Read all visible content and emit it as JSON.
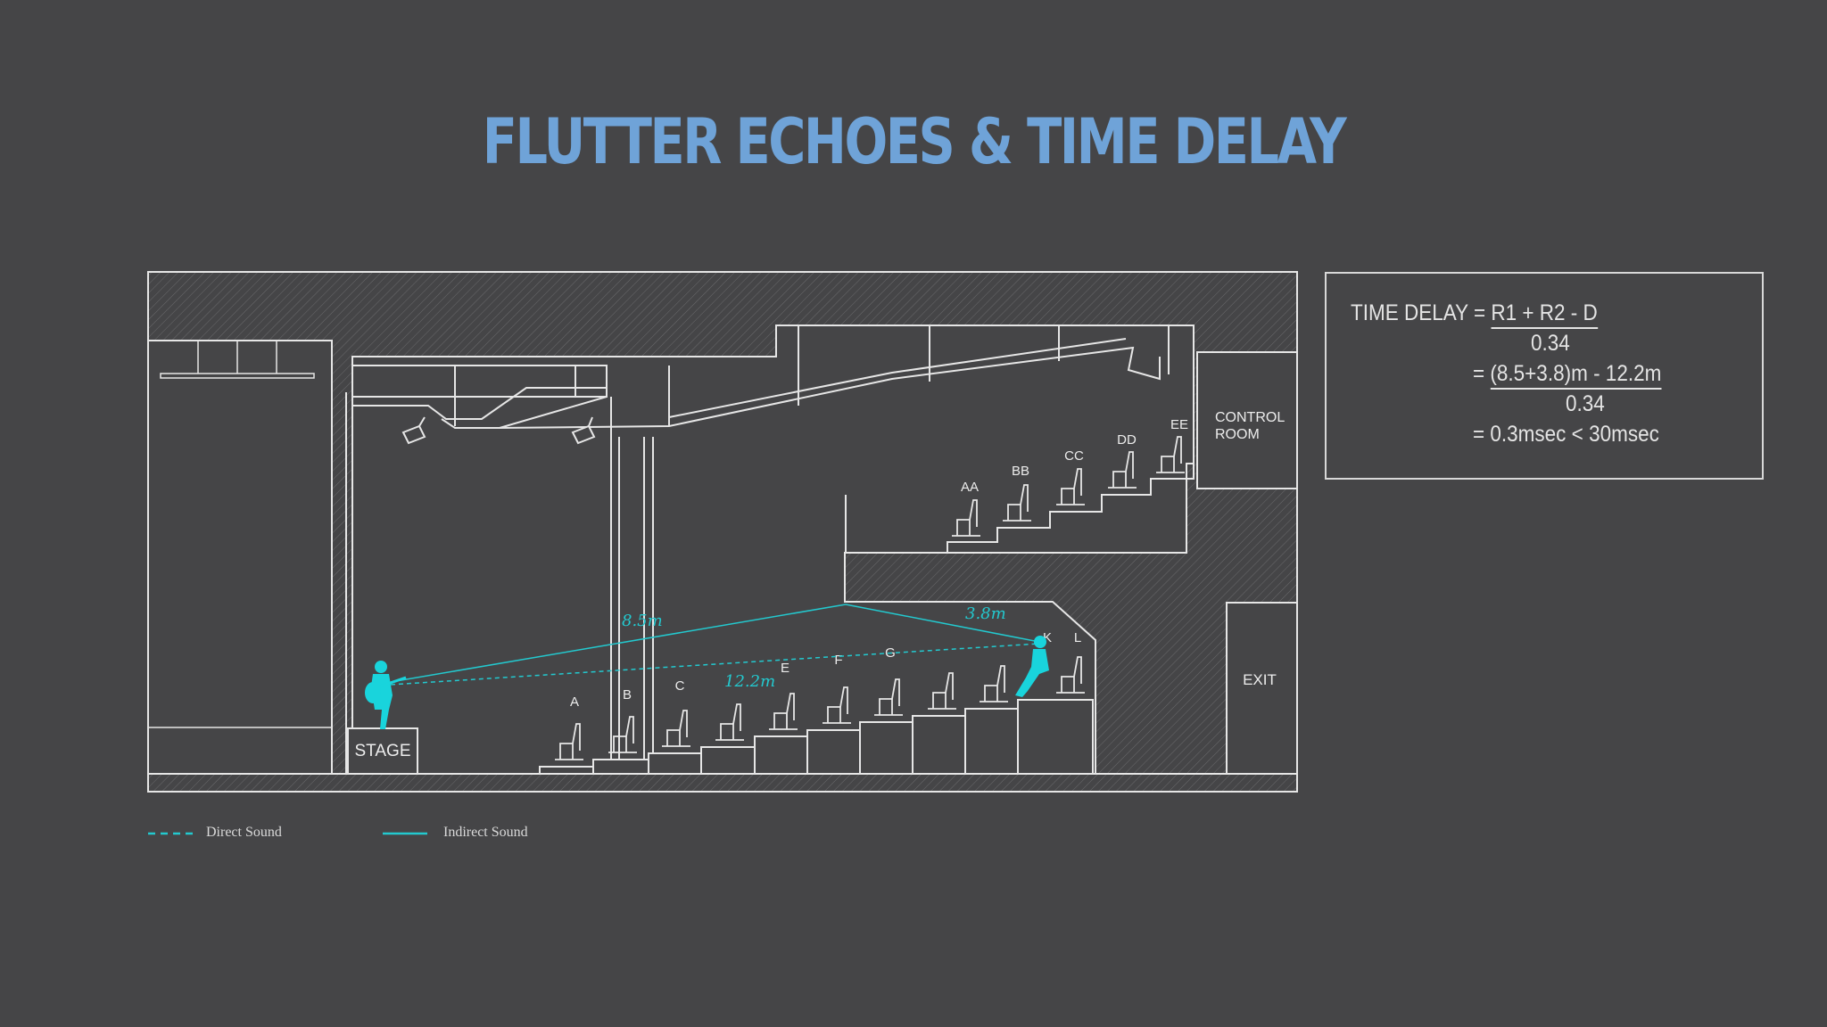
{
  "title": "FLUTTER ECHOES & TIME DELAY",
  "diagram": {
    "stage_label": "STAGE",
    "control_room_line1": "CONTROL",
    "control_room_line2": "ROOM",
    "exit_label": "EXIT",
    "lower_rows": [
      "A",
      "B",
      "C",
      "E",
      "F",
      "G",
      "K",
      "L"
    ],
    "upper_rows": [
      "AA",
      "BB",
      "CC",
      "DD",
      "EE"
    ],
    "dim_r1": "8.5m",
    "dim_r2": "3.8m",
    "dim_direct": "12.2m"
  },
  "formula": {
    "line1_prefix": "TIME DELAY = ",
    "line1_numerator": "R1 + R2 - D",
    "line2": "0.34",
    "line3_prefix": "= ",
    "line3_numerator": "(8.5+3.8)m - 12.2m",
    "line4": "0.34",
    "line5": "= 0.3msec < 30msec"
  },
  "legend": {
    "direct": "Direct Sound",
    "indirect": "Indirect Sound"
  },
  "colors": {
    "background": "#454547",
    "title": "#6fa3d8",
    "line_work": "#e6e6e6",
    "sound_path": "#23c9cf",
    "figure": "#19d4dc"
  }
}
